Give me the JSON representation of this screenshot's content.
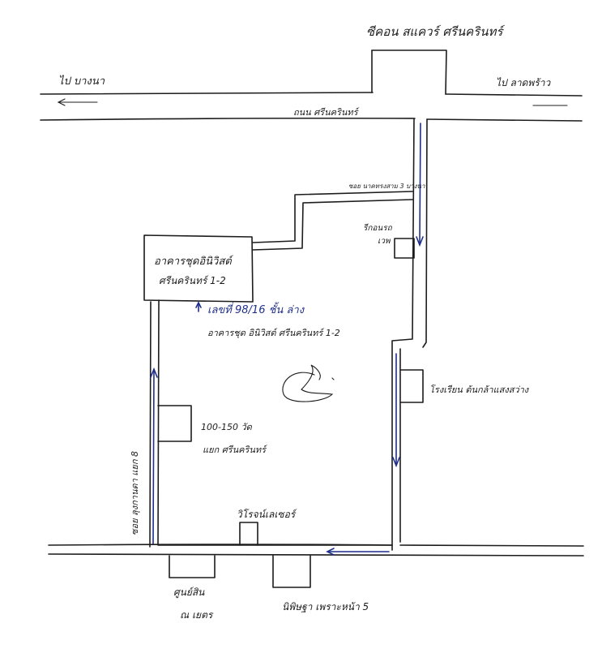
{
  "top_building_label": "ซีคอน สแควร์ ศรีนครินทร์",
  "to_bangna_label": "ไป บางนา",
  "to_bangkapi_label": "ไป ลาดพร้าว",
  "main_road_label": "ถนน ศรีนครินทร์",
  "soi_entrance_label": "ซอย นาคทรงสาม 3 บางนา",
  "right_building_label_line1": "รีกอนรถ",
  "right_building_label_line2": "เวพ",
  "office_building_line1": "อาคารชุดอินิวิสต์",
  "office_building_line2": "ศรีนครินทร์ 1-2",
  "address_line1": "เลขที่ 98/16 ชั้น ล่าง",
  "address_line2": "อาคารชุด อินิวิสต์ ศรีนครินทร์ 1-2",
  "right_shop_label": "โรงเรียน ต้นกล้าแสงสว่าง",
  "left_shop_line1": "100-150 วัด",
  "left_shop_line2": "แยก ศรีนครินทร์",
  "left_road_label": "ซอย ลุงกานดา แยก 8",
  "bottom_shop_label": "วิโรจน์เลเซอร์",
  "bottom_left_label_line1": "ศูนย์สิน",
  "bottom_left_label_line2": "ณ เยตร",
  "bottom_right_label": "นิพิษฐา เพราะหน้า 5"
}
